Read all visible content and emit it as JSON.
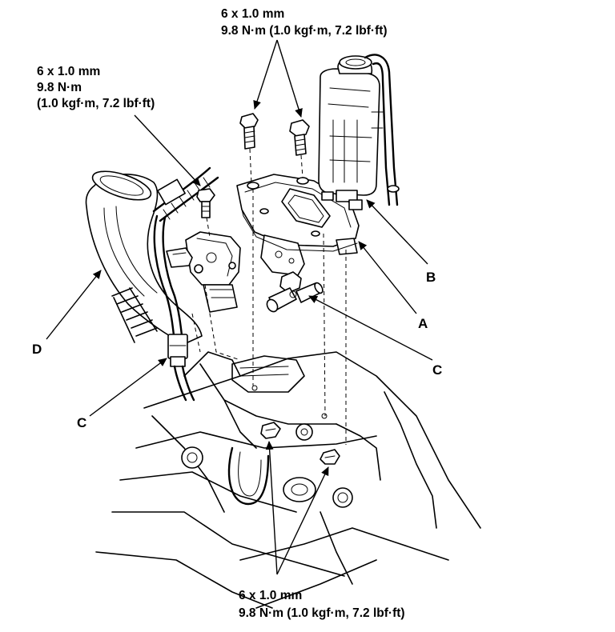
{
  "torque_specs": {
    "top": {
      "line1": "6 x 1.0 mm",
      "line2": "9.8 N·m (1.0 kgf·m, 7.2 lbf·ft)"
    },
    "left": {
      "line1": "6 x 1.0 mm",
      "line2": "9.8 N·m",
      "line3": "(1.0 kgf·m, 7.2 lbf·ft)"
    },
    "bottom": {
      "line1": "6 x 1.0 mm",
      "line2": "9.8 N·m (1.0 kgf·m, 7.2 lbf·ft)"
    }
  },
  "callouts": {
    "a": "A",
    "b": "B",
    "c_right": "C",
    "c_left": "C",
    "d": "D"
  }
}
